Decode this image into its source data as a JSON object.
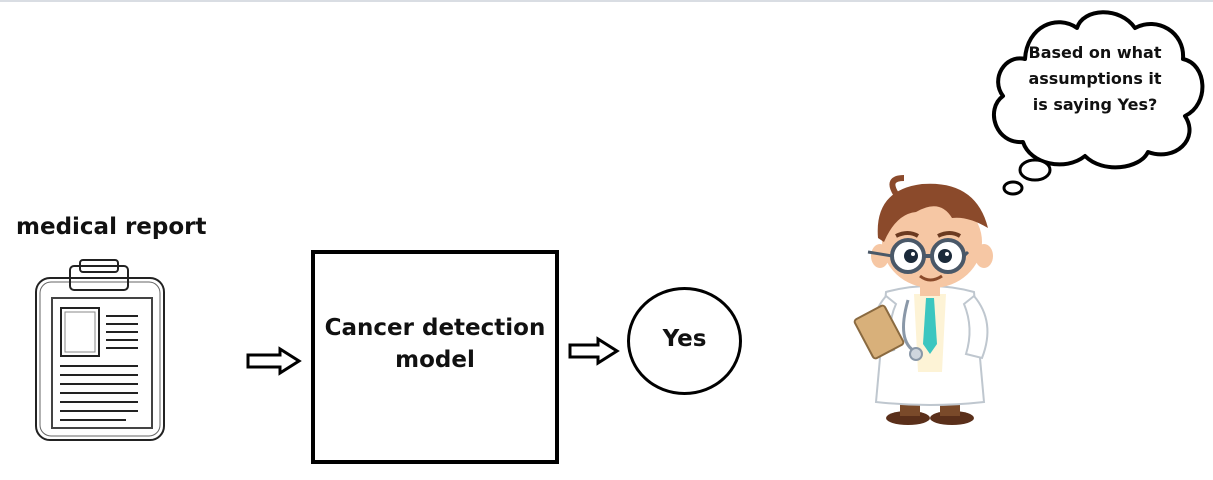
{
  "diagram": {
    "input_label": "medical report",
    "model_label": "Cancer detection\nmodel",
    "output_label": "Yes",
    "thought_text": "Based on what\nassumptions it\nis saying Yes?"
  },
  "icons": {
    "report": "clipboard-report-icon",
    "arrow": "hollow-arrow-right-icon",
    "doctor": "doctor-character-icon",
    "thought": "thought-cloud-icon"
  },
  "colors": {
    "stroke": "#000000",
    "text": "#111111",
    "doctor_coat": "#ffffff",
    "doctor_hair": "#8b4a2b",
    "doctor_tie": "#3cc6c0",
    "doctor_skin": "#f6c7a4"
  }
}
